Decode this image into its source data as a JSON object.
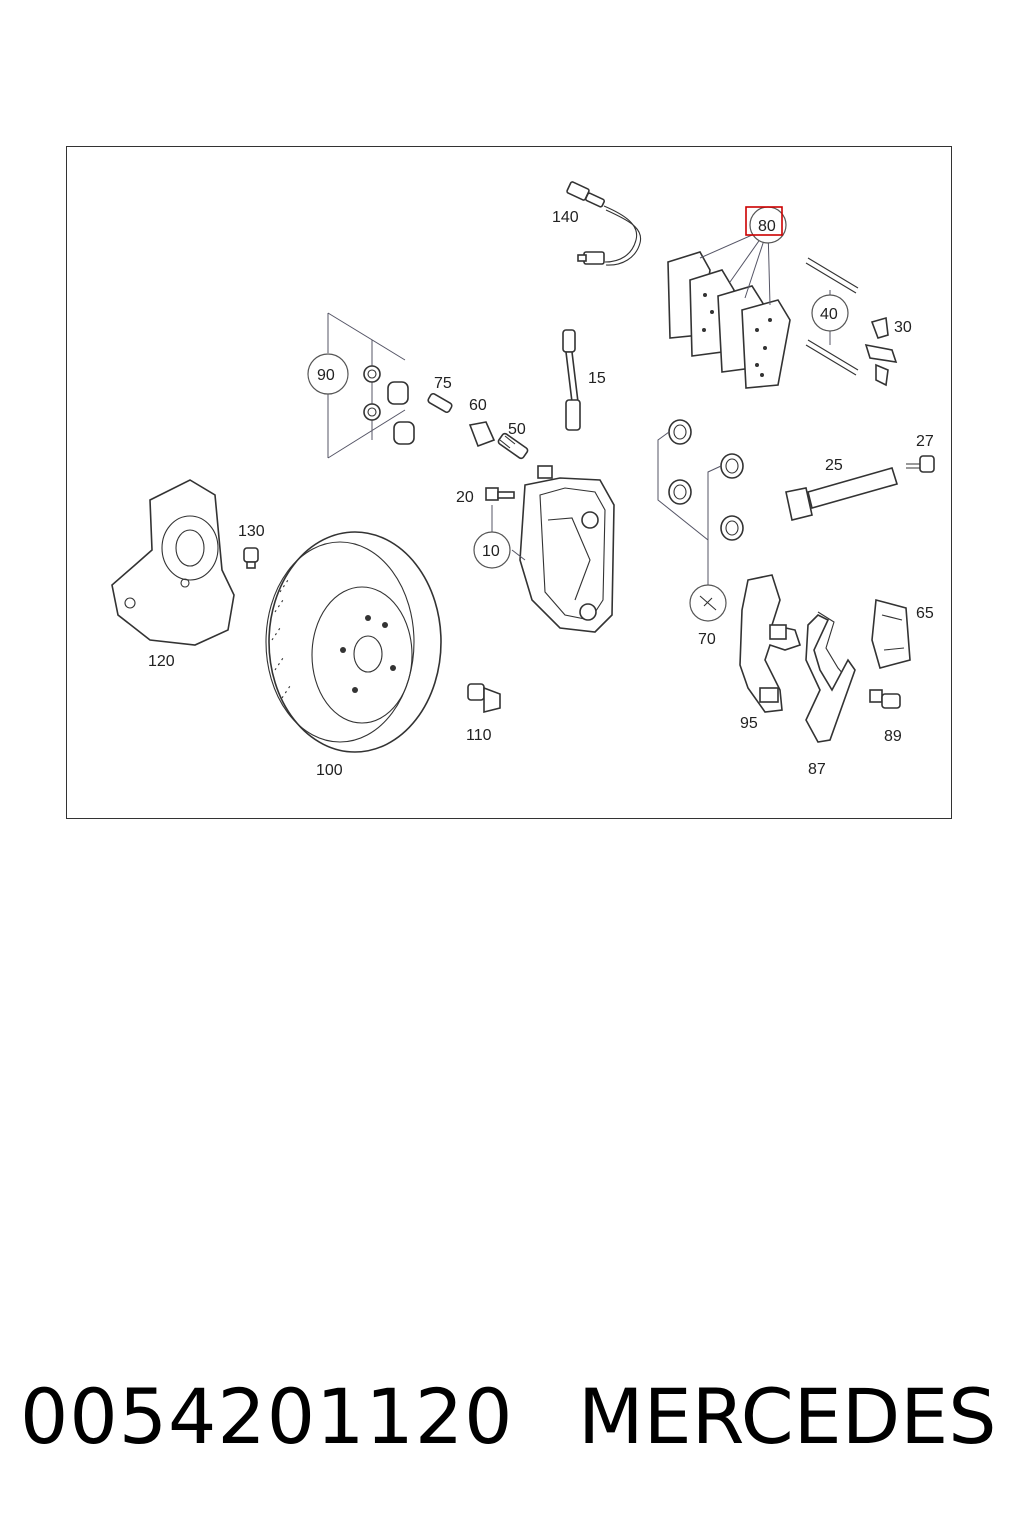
{
  "caption": {
    "part_number": "0054201120",
    "brand": "MERCEDES"
  },
  "highlight_color": "#cc0000",
  "labels": {
    "p140": "140",
    "p80": "80",
    "p40": "40",
    "p30": "30",
    "p15": "15",
    "p90": "90",
    "p75": "75",
    "p60": "60",
    "p50": "50",
    "p20": "20",
    "p10": "10",
    "p27": "27",
    "p25": "25",
    "p130": "130",
    "p120": "120",
    "p70": "70",
    "p65": "65",
    "p95": "95",
    "p89": "89",
    "p110": "110",
    "p100": "100",
    "p87": "87"
  }
}
